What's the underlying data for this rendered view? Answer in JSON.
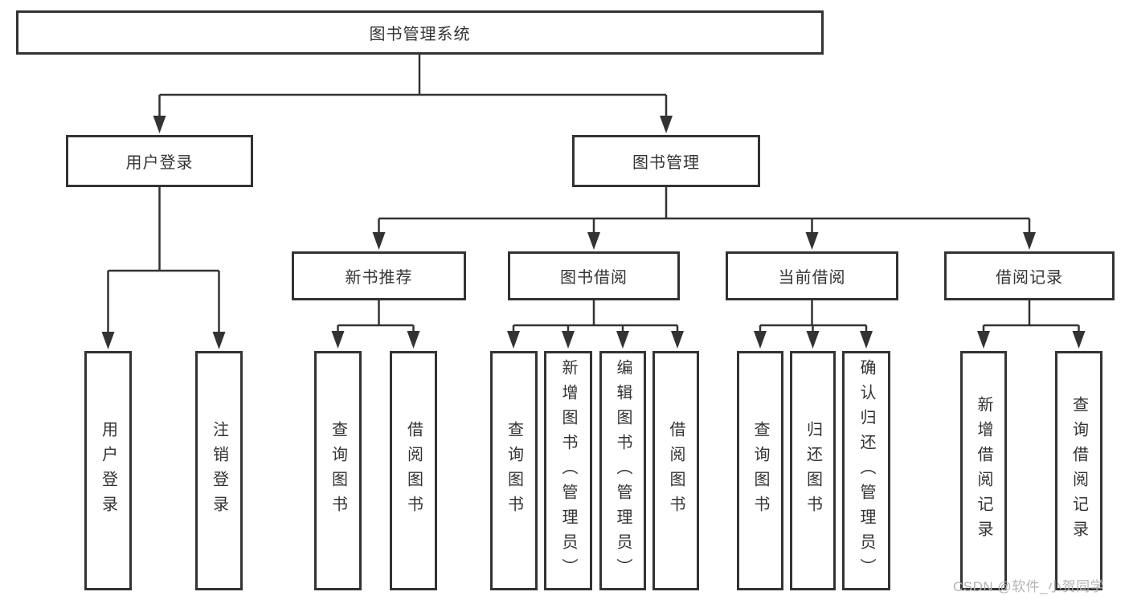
{
  "tree": {
    "label": "图书管理系统",
    "children": [
      {
        "label": "用户登录",
        "children": [
          {
            "label": "用户登录"
          },
          {
            "label": "注销登录"
          }
        ]
      },
      {
        "label": "图书管理",
        "children": [
          {
            "label": "新书推荐",
            "children": [
              {
                "label": "查询图书"
              },
              {
                "label": "借阅图书"
              }
            ]
          },
          {
            "label": "图书借阅",
            "children": [
              {
                "label": "查询图书"
              },
              {
                "label": "新增图书（管理员）"
              },
              {
                "label": "编辑图书（管理员）"
              },
              {
                "label": "借阅图书"
              }
            ]
          },
          {
            "label": "当前借阅",
            "children": [
              {
                "label": "查询图书"
              },
              {
                "label": "归还图书"
              },
              {
                "label": "确认归还（管理员）"
              }
            ]
          },
          {
            "label": "借阅记录",
            "children": [
              {
                "label": "新增借阅记录"
              },
              {
                "label": "查询借阅记录"
              }
            ]
          }
        ]
      }
    ]
  },
  "watermark": {
    "text": "CSDN @软件_小贺同学"
  },
  "colors": {
    "line": "#333333",
    "box_border": "#333333",
    "text": "#333333",
    "watermark": "#b4b4b4",
    "background": "#ffffff"
  }
}
